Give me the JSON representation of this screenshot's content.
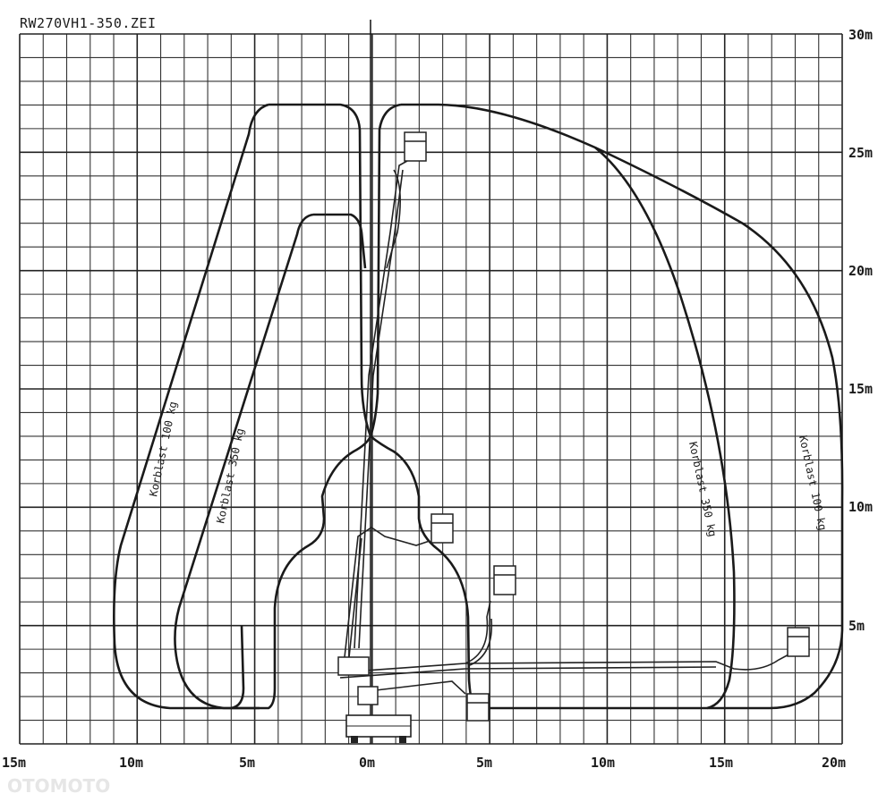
{
  "title": "RW270VH1-350.ZEI",
  "watermark": "OTOMOTO",
  "axes": {
    "x_ticks": [
      "15m",
      "10m",
      "5m",
      "0m",
      "5m",
      "10m",
      "15m",
      "20m"
    ],
    "y_ticks": [
      "30m",
      "25m",
      "20m",
      "15m",
      "10m",
      "5m"
    ]
  },
  "envelopes": {
    "left_outer_label": "Korblast 100 kg",
    "left_inner_label": "Korblast 350 kg",
    "right_inner_label": "Korblast 350 kg",
    "right_outer_label": "Korblast 100 kg"
  },
  "colors": {
    "ink": "#1a1a1a",
    "paper": "#ffffff"
  }
}
